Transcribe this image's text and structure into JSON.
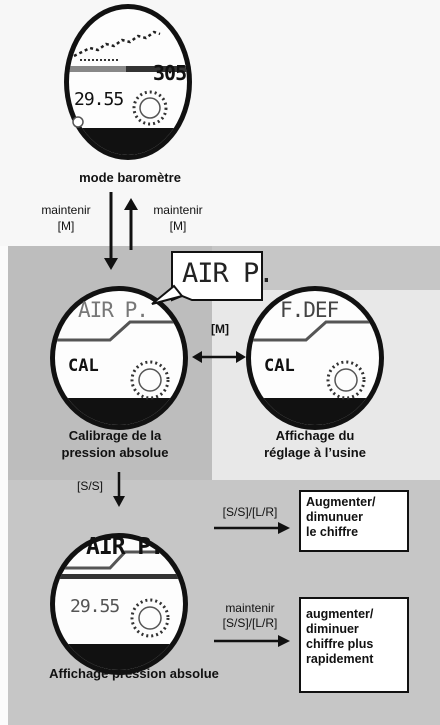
{
  "watches": {
    "barometer": {
      "seg_digits": "305",
      "lcd_value": "29.55",
      "caption": "mode baromètre"
    },
    "calib": {
      "top_text": "AIR P.",
      "lcd_value": "CAL",
      "caption_line1": "Calibrage de la",
      "caption_line2": "pression absolue"
    },
    "factory": {
      "top_text": "F.DEF",
      "lcd_value": "CAL",
      "caption_line1": "Affichage du",
      "caption_line2": "réglage à l’usine"
    },
    "absolute": {
      "top_text": "AIR P.",
      "lcd_value": "29.55",
      "caption": "Affichage pression absolue"
    }
  },
  "zoom_callout": "AIR P.",
  "arrows": {
    "hold_m_left_line1": "maintenir",
    "hold_m_left_line2": "[M]",
    "hold_m_right_line1": "maintenir",
    "hold_m_right_line2": "[M]",
    "m_switch": "[M]",
    "ss_down": "[S/S]",
    "ss_lr": "[S/S]/[L/R]",
    "hold_ss_lr_line1": "maintenir",
    "hold_ss_lr_line2": "[S/S]/[L/R]"
  },
  "boxes": {
    "increase_line1": "Augmenter/",
    "increase_line2": "dimunuer",
    "increase_line3": "le chiffre",
    "fast_line1": "augmenter/",
    "fast_line2": "diminuer",
    "fast_line3": "chiffre plus",
    "fast_line4": "rapidement"
  },
  "colors": {
    "panel_dark": "#bdbdbd",
    "panel_mid": "#c6c6c6",
    "panel_light": "#e8e8e8",
    "ink": "#111111"
  }
}
